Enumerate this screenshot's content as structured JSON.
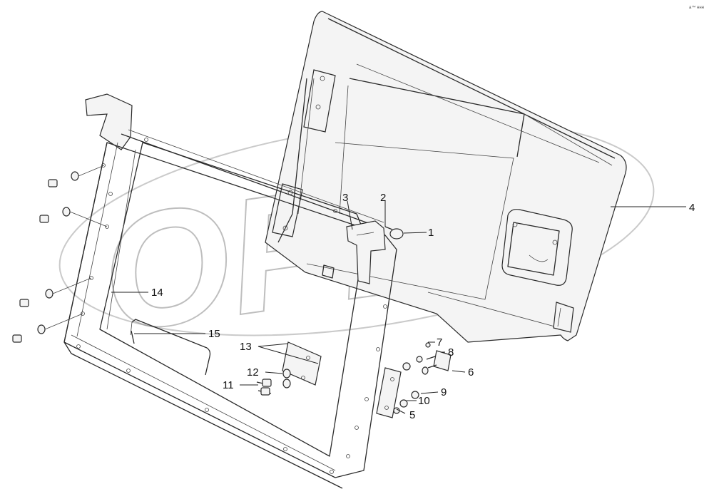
{
  "watermark": "OPEX",
  "corner_mark": "а™ ннн",
  "callouts": [
    {
      "id": "1",
      "label": "1"
    },
    {
      "id": "2",
      "label": "2"
    },
    {
      "id": "3",
      "label": "3"
    },
    {
      "id": "4",
      "label": "4"
    },
    {
      "id": "5",
      "label": "5"
    },
    {
      "id": "6",
      "label": "6"
    },
    {
      "id": "7",
      "label": "7"
    },
    {
      "id": "8",
      "label": "8"
    },
    {
      "id": "9",
      "label": "9"
    },
    {
      "id": "10",
      "label": "10"
    },
    {
      "id": "11",
      "label": "11"
    },
    {
      "id": "12",
      "label": "12"
    },
    {
      "id": "13",
      "label": "13"
    },
    {
      "id": "14",
      "label": "14"
    },
    {
      "id": "15",
      "label": "15"
    }
  ]
}
